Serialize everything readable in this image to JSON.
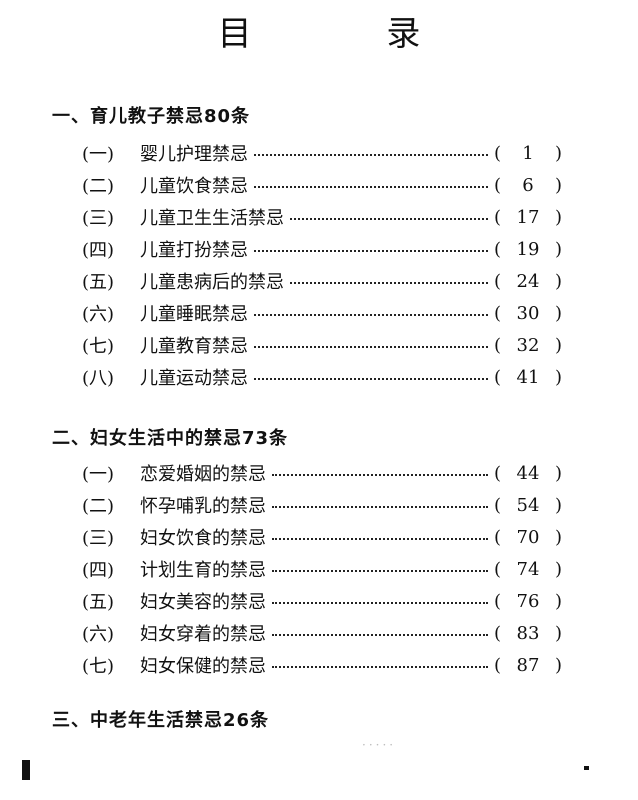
{
  "title": "目 录",
  "sections": [
    {
      "heading": "一、育儿教子禁忌80条",
      "entries": [
        {
          "num": "(一)",
          "title": "婴儿护理禁忌",
          "page": "1"
        },
        {
          "num": "(二)",
          "title": "儿童饮食禁忌",
          "page": "6"
        },
        {
          "num": "(三)",
          "title": "儿童卫生生活禁忌",
          "page": "17"
        },
        {
          "num": "(四)",
          "title": "儿童打扮禁忌",
          "page": "19"
        },
        {
          "num": "(五)",
          "title": "儿童患病后的禁忌",
          "page": "24"
        },
        {
          "num": "(六)",
          "title": "儿童睡眠禁忌",
          "page": "30"
        },
        {
          "num": "(七)",
          "title": "儿童教育禁忌",
          "page": "32"
        },
        {
          "num": "(八)",
          "title": "儿童运动禁忌",
          "page": "41"
        }
      ]
    },
    {
      "heading": "二、妇女生活中的禁忌73条",
      "entries": [
        {
          "num": "(一)",
          "title": "恋爱婚姻的禁忌",
          "page": "44"
        },
        {
          "num": "(二)",
          "title": "怀孕哺乳的禁忌",
          "page": "54"
        },
        {
          "num": "(三)",
          "title": "妇女饮食的禁忌",
          "page": "70"
        },
        {
          "num": "(四)",
          "title": "计划生育的禁忌",
          "page": "74"
        },
        {
          "num": "(五)",
          "title": "妇女美容的禁忌",
          "page": "76"
        },
        {
          "num": "(六)",
          "title": "妇女穿着的禁忌",
          "page": "83"
        },
        {
          "num": "(七)",
          "title": "妇女保健的禁忌",
          "page": "87"
        }
      ]
    },
    {
      "heading": "三、中老年生活禁忌26条",
      "entries": []
    }
  ]
}
